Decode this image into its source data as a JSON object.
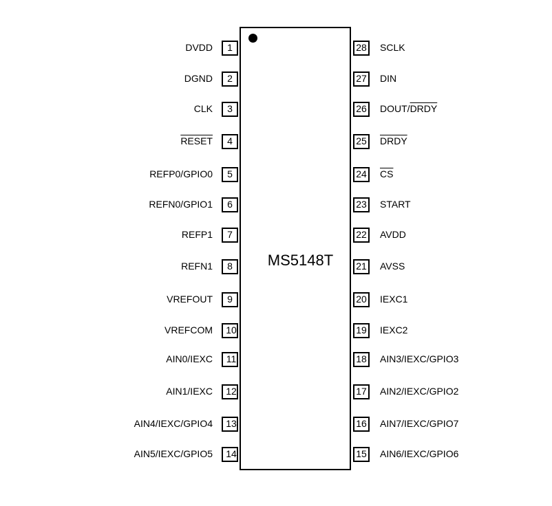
{
  "chip": {
    "name": "MS5148T"
  },
  "left_pins": [
    {
      "num": "1",
      "label": "DVDD"
    },
    {
      "num": "2",
      "label": "DGND"
    },
    {
      "num": "3",
      "label": "CLK"
    },
    {
      "num": "4",
      "label": "RESET",
      "overline": "RESET"
    },
    {
      "num": "5",
      "label": "REFP0/GPIO0"
    },
    {
      "num": "6",
      "label": "REFN0/GPIO1"
    },
    {
      "num": "7",
      "label": "REFP1"
    },
    {
      "num": "8",
      "label": "REFN1"
    },
    {
      "num": "9",
      "label": "VREFOUT"
    },
    {
      "num": "10",
      "label": "VREFCOM"
    },
    {
      "num": "11",
      "label": "AIN0/IEXC"
    },
    {
      "num": "12",
      "label": "AIN1/IEXC"
    },
    {
      "num": "13",
      "label": "AIN4/IEXC/GPIO4"
    },
    {
      "num": "14",
      "label": "AIN5/IEXC/GPIO5"
    }
  ],
  "right_pins": [
    {
      "num": "28",
      "label": "SCLK"
    },
    {
      "num": "27",
      "label": "DIN"
    },
    {
      "num": "26",
      "label": "DOUT/DRDY",
      "prefix": "DOUT/",
      "overline": "DRDY"
    },
    {
      "num": "25",
      "label": "DRDY",
      "overline": "DRDY"
    },
    {
      "num": "24",
      "label": "CS",
      "overline": "CS"
    },
    {
      "num": "23",
      "label": "START"
    },
    {
      "num": "22",
      "label": "AVDD"
    },
    {
      "num": "21",
      "label": "AVSS"
    },
    {
      "num": "20",
      "label": "IEXC1"
    },
    {
      "num": "19",
      "label": "IEXC2"
    },
    {
      "num": "18",
      "label": "AIN3/IEXC/GPIO3"
    },
    {
      "num": "17",
      "label": "AIN2/IEXC/GPIO2"
    },
    {
      "num": "16",
      "label": "AIN7/IEXC/GPIO7"
    },
    {
      "num": "15",
      "label": "AIN6/IEXC/GPIO6"
    }
  ]
}
